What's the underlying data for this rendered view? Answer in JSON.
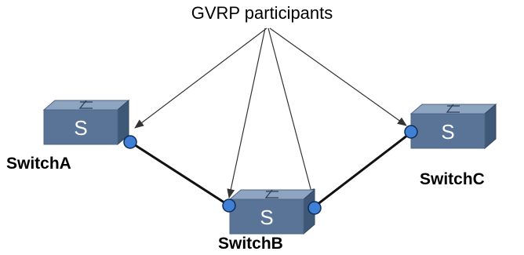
{
  "diagram": {
    "title": "GVRP participants",
    "devices": [
      {
        "id": "a",
        "label": "SwitchA",
        "icon": "switch-icon"
      },
      {
        "id": "b",
        "label": "SwitchB",
        "icon": "switch-icon"
      },
      {
        "id": "c",
        "label": "SwitchC",
        "icon": "switch-icon"
      }
    ],
    "links": [
      {
        "from": "SwitchA",
        "to": "SwitchB"
      },
      {
        "from": "SwitchB",
        "to": "SwitchC"
      }
    ],
    "colors": {
      "switch_front": "#5a7497",
      "switch_top": "#8ea5c2",
      "switch_side": "#3f5877",
      "port": "#3f7fd6",
      "arrow": "#333333",
      "link": "#111111"
    }
  }
}
